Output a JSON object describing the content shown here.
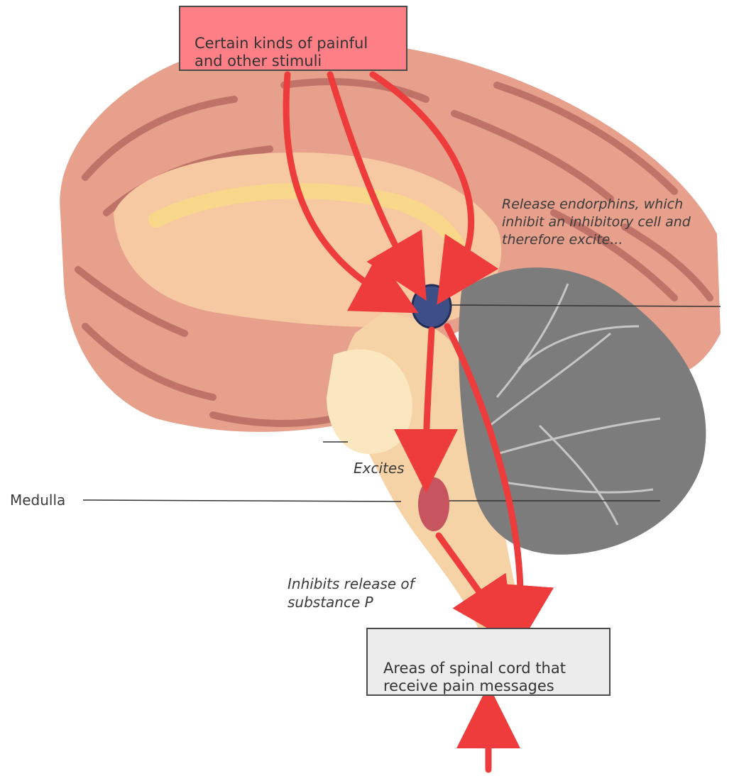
{
  "labels": {
    "stimuli_box": "Certain kinds of painful\nand other stimuli",
    "endorphins_note": "Release endorphins, which\ninhibit an inhibitory cell and\ntherefore excite...",
    "excites": "Excites",
    "medulla": "Medulla",
    "inhibits_note": "Inhibits release of\nsubstance P",
    "spinal_cord_box": "Areas of spinal cord that\nreceive pain messages"
  },
  "colors": {
    "arrow_red": "#ee3b3b",
    "stimuli_box_fill": "#ff7f86",
    "spinal_box_fill": "#ececec",
    "periaqueductal_dot": "#3d4f86",
    "medulla_dot": "#c6555f",
    "cortex": "#e6a08c",
    "brain_inner": "#f7c9a2",
    "cerebellum": "#7c7c7c"
  }
}
